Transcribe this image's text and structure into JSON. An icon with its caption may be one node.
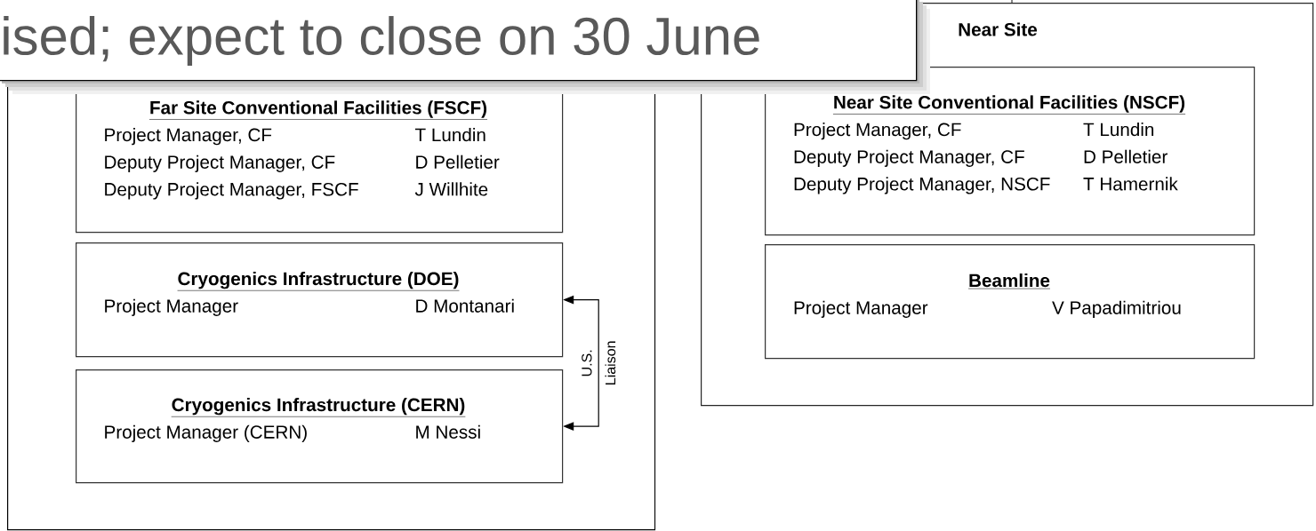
{
  "diagram": {
    "nodes": [
      {
        "text": [
          "ised; expect to close on 30 June"
        ]
      },
      {
        "text": [],
        "shape": "box"
      },
      {
        "text": [
          "Far Site Conventional Facilities (FSCF)",
          "Project Manager, CF",
          "T Lundin",
          "Deputy Project Manager, CF",
          "D Pelletier",
          "Deputy Project Manager, FSCF",
          "J Willhite"
        ],
        "in": 1
      },
      {
        "text": [
          "Cryogenics Infrastructure (DOE)",
          "Project Manager",
          "D Montanari"
        ],
        "in": 1
      },
      {
        "text": [
          "Cryogenics Infrastructure (CERN)",
          "Project Manager (CERN)",
          "M Nessi"
        ],
        "in": 1
      },
      {
        "text": [
          "Near Site"
        ]
      },
      {
        "text": [
          "Near Site Conventional Facilities (NSCF)",
          "Project Manager, CF",
          "T Lundin",
          "Deputy Project Manager, CF",
          "D Pelletier",
          "Deputy Project Manager, NSCF",
          "T Hamernik"
        ],
        "in": 5
      },
      {
        "text": [
          "Beamline",
          "Project Manager",
          "V Papadimitriou"
        ],
        "in": 5
      }
    ],
    "edges": [
      {
        "from": 3,
        "to": 4,
        "arrow": "both",
        "label": "U.S. Liaison"
      }
    ]
  }
}
